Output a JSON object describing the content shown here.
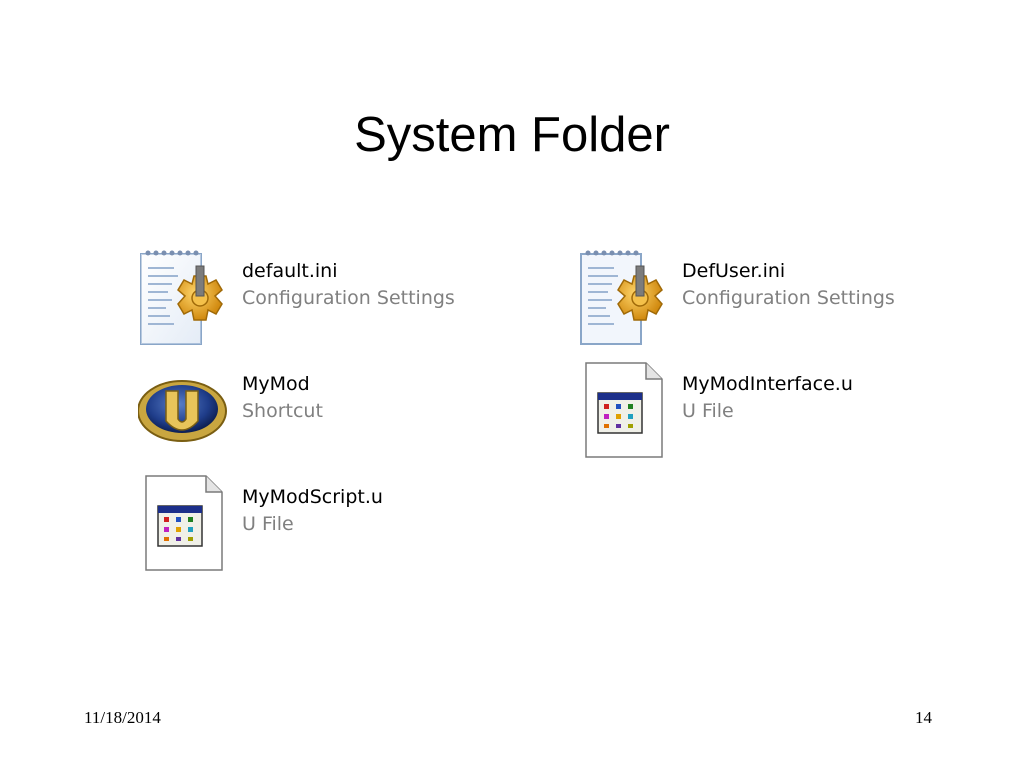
{
  "slide": {
    "title": "System Folder",
    "date": "11/18/2014",
    "page_number": "14"
  },
  "files": [
    {
      "name": "default.ini",
      "type": "Configuration Settings",
      "icon": "ini-settings-icon"
    },
    {
      "name": "DefUser.ini",
      "type": "Configuration Settings",
      "icon": "ini-settings-icon"
    },
    {
      "name": "MyMod",
      "type": "Shortcut",
      "icon": "unreal-shortcut-icon"
    },
    {
      "name": "MyModInterface.u",
      "type": "U File",
      "icon": "u-file-icon"
    },
    {
      "name": "MyModScript.u",
      "type": "U File",
      "icon": "u-file-icon"
    }
  ]
}
